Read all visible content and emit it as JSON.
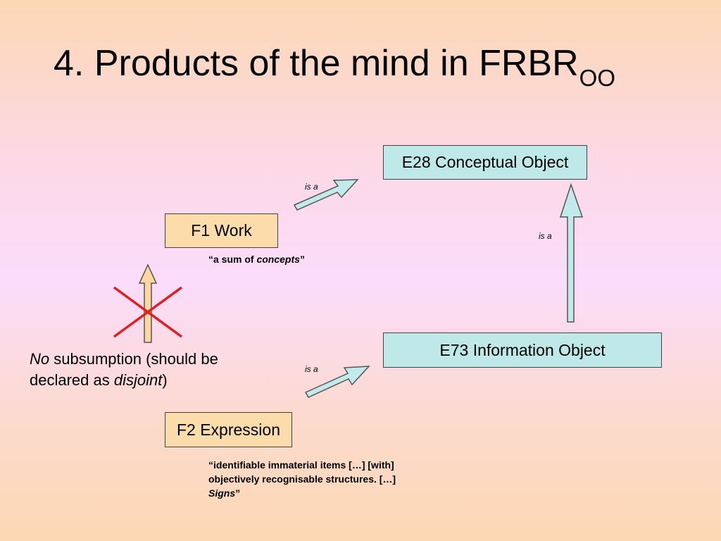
{
  "title": {
    "main": "4. Products of the mind in FRBR",
    "subscript": "OO"
  },
  "nodes": {
    "e28": "E28 Conceptual Object",
    "e73": "E73 Information Object",
    "f1": "F1 Work",
    "f2": "F2 Expression"
  },
  "relations": {
    "f1_e28": "is a",
    "e73_e28": "is a",
    "f2_e73": "is a"
  },
  "quotes": {
    "f1": {
      "pre": "“a sum of ",
      "em": "concepts",
      "post": "”"
    },
    "f2": {
      "line1": "“identifiable immaterial items […] [with]",
      "line2": "objectively recognisable structures. […]",
      "em": "Signs",
      "post": "”"
    }
  },
  "note": {
    "em1": "No",
    "text1": " subsumption (should be",
    "text2": "declared as ",
    "em2": "disjoint",
    "text3": ")"
  },
  "colors": {
    "blue_box": "#bfe8e8",
    "tan_box": "#fddcab",
    "cross": "#e02020"
  }
}
